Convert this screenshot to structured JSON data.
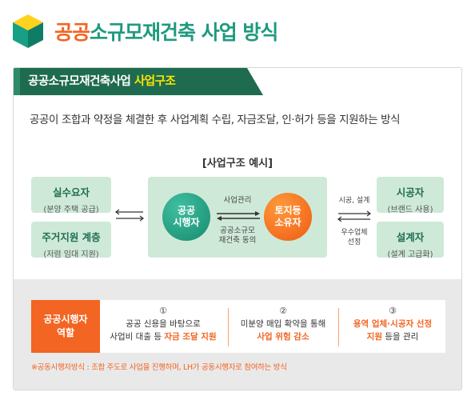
{
  "header": {
    "title_accent": "공공",
    "title_rest": "소규모재건축 사업 방식"
  },
  "banner": {
    "label_main": "공공소규모재건축사업",
    "label_accent": "사업구조"
  },
  "description": "공공이 조합과 약정을 체결한 후 사업계획 수립, 자금조달, 인·허가 등을 지원하는 방식",
  "example_title": "[사업구조 예시]",
  "left_boxes": [
    {
      "title": "실수요자",
      "sub": "(분양 주택 공급)"
    },
    {
      "title": "주거지원 계층",
      "sub": "(저렴 임대 지원)"
    }
  ],
  "right_boxes": [
    {
      "title": "시공자",
      "sub": "(브랜드 사용)"
    },
    {
      "title": "설계자",
      "sub": "(설계 고급화)"
    }
  ],
  "center": {
    "public_operator": [
      "공공",
      "시행자"
    ],
    "owners": [
      "토지등",
      "소유자"
    ],
    "top_label": "사업관리",
    "bottom_label": [
      "공공소규모",
      "재건축 동의"
    ]
  },
  "right_labels": {
    "top": "시공, 설계",
    "bottom": [
      "우수업체",
      "선정"
    ]
  },
  "roles": {
    "label": [
      "공공시행자",
      "역할"
    ],
    "items": [
      {
        "num": "①",
        "line1": "공공 신용을 바탕으로",
        "line2_plain": "사업비 대출 등 ",
        "line2_hl": "자금 조달 지원",
        "line2_tail": ""
      },
      {
        "num": "②",
        "line1": "미분양 매입 확약을 통해",
        "line2_plain": "",
        "line2_hl": "사업 위험 감소",
        "line2_tail": ""
      },
      {
        "num": "③",
        "line1_hl": "용역 업체·시공자 선정",
        "line2_hl": "지원",
        "line2_tail": " 등을 관리"
      }
    ]
  },
  "note": "※공동시행자방식 : 조합 주도로 사업을 진행하며, LH가 공동시행자로 참여하는 방식",
  "colors": {
    "teal": "#1f9a7e",
    "orange": "#f26522",
    "green_box": "#cfe9d8",
    "dark_banner": "#1e6b4f"
  }
}
